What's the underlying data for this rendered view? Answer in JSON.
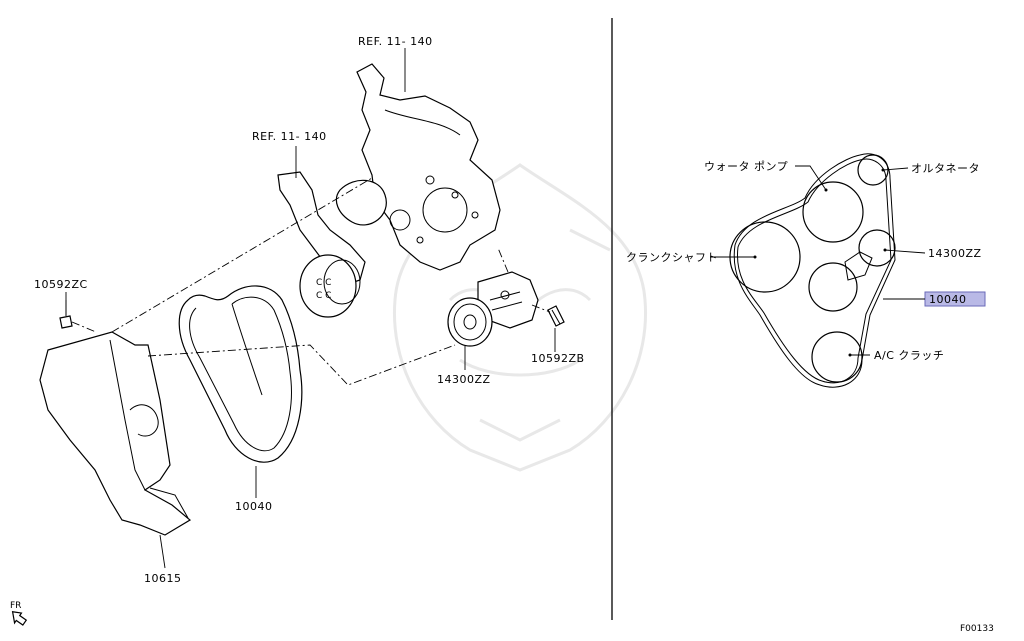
{
  "diagram": {
    "left_labels": {
      "ref_upper": "REF. 11- 140",
      "ref_lower": "REF. 11- 140",
      "bolt_zc": "10592ZC",
      "bolt_zb": "10592ZB",
      "tensioner": "14300ZZ",
      "belt": "10040",
      "cover": "10615",
      "fr": "FR"
    },
    "right_labels": {
      "water_pump": "ウォータ ポンプ",
      "alternator": "オルタネータ",
      "crankshaft": "クランクシャフト",
      "tensioner": "14300ZZ",
      "belt": "10040",
      "ac_clutch": "A/C クラッチ"
    },
    "figure_code": "F00133",
    "highlight_color": "#b9b9e6"
  }
}
